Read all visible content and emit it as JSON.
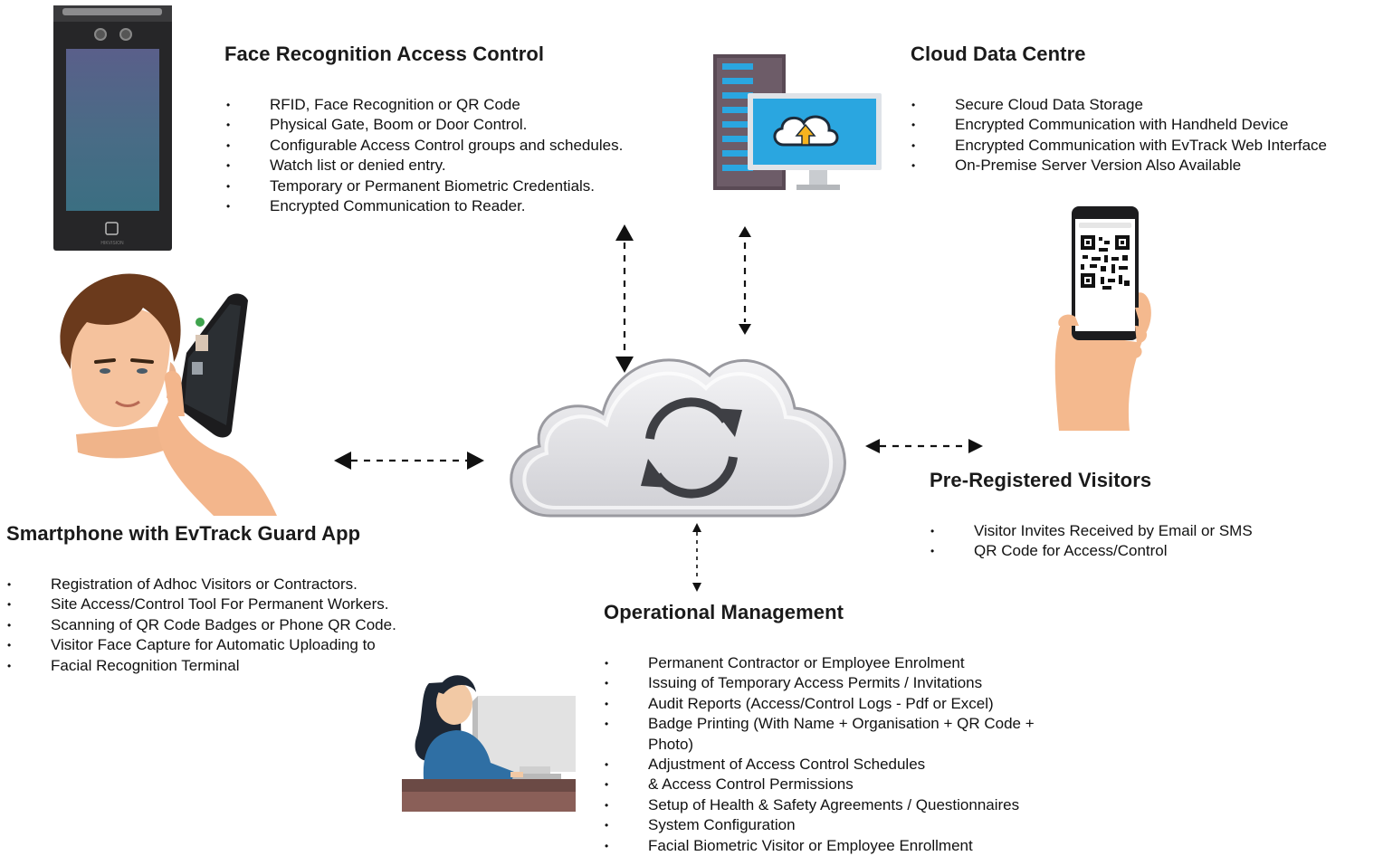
{
  "face_recognition": {
    "title": "Face Recognition Access Control",
    "items": [
      "RFID, Face Recognition or QR Code",
      "Physical Gate, Boom or Door Control.",
      "Configurable Access Control groups and schedules.",
      "Watch list or denied entry.",
      "Temporary or Permanent Biometric Credentials.",
      "Encrypted Communication to Reader."
    ],
    "device_brand": "HIKVISION"
  },
  "cloud_data_centre": {
    "title": "Cloud Data Centre",
    "items": [
      "Secure Cloud Data Storage",
      "Encrypted Communication with Handheld Device",
      "Encrypted Communication with EvTrack Web Interface",
      "On-Premise Server Version Also Available"
    ]
  },
  "pre_registered": {
    "title": "Pre-Registered Visitors",
    "items": [
      "Visitor Invites Received by Email or SMS",
      "QR Code for Access/Control"
    ]
  },
  "smartphone": {
    "title": "Smartphone with EvTrack Guard App",
    "items": [
      "Registration of Adhoc Visitors or Contractors.",
      "Site Access/Control Tool For Permanent Workers.",
      "Scanning of QR Code Badges or Phone QR Code.",
      "Visitor Face Capture for Automatic Uploading to",
      "Facial Recognition Terminal"
    ]
  },
  "operational": {
    "title": "Operational Management",
    "items": [
      "Permanent Contractor or Employee Enrolment",
      "Issuing of Temporary Access Permits / Invitations",
      "Audit Reports (Access/Control Logs - Pdf or Excel)",
      "Badge Printing (With Name + Organisation + QR Code + Photo)",
      "Adjustment of Access Control Schedules",
      "& Access Control Permissions",
      "Setup of Health & Safety Agreements / Questionnaires",
      "System Configuration",
      "Facial Biometric Visitor or Employee Enrollment"
    ]
  },
  "icons": {
    "terminal": "face-recognition-terminal-icon",
    "server": "cloud-server-icon",
    "qr_phone": "qr-phone-hand-icon",
    "guard": "guard-smartphone-icon",
    "cloud": "sync-cloud-icon",
    "operator": "operator-desk-icon"
  },
  "colors": {
    "text": "#111111",
    "arrow": "#111111",
    "cloud_fill": "#e4e4e6",
    "monitor_blue": "#2aa6e0",
    "skin": "#f4b98e"
  }
}
